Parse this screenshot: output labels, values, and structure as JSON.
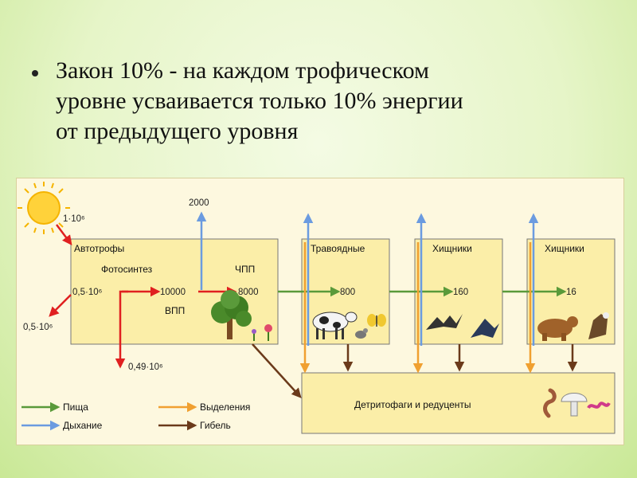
{
  "bullet": {
    "text": "Закон 10% - на каждом трофическом\nуровне усваивается только 10% энергии\nот предыдущего уровня"
  },
  "diagram": {
    "sun_input": "1·10⁶",
    "autotrophs": {
      "title": "Автотрофы",
      "photosynthesis": "Фотосинтез",
      "photo_value": "0,5·10⁶",
      "gpp_value": "10000",
      "gpp_label": "ВПП",
      "npp_label": "ЧПП",
      "npp_value": "8000"
    },
    "reflected": "0,5·10⁶",
    "lost": "0,49·10⁶",
    "respiration_top": "2000",
    "levels": [
      {
        "title": "Травоядные",
        "value": "800"
      },
      {
        "title": "Хищники",
        "value": "160"
      },
      {
        "title": "Хищники",
        "value": "16"
      }
    ],
    "detritus": "Детритофаги и редуценты",
    "legend": {
      "food": "Пища",
      "respiration": "Дыхание",
      "excretion": "Выделения",
      "death": "Гибель"
    },
    "colors": {
      "food": "#5a9a3a",
      "respiration": "#6b9be0",
      "excretion": "#f0a030",
      "death": "#6b3a1a",
      "energy": "#e02020",
      "box": "#fbeea8"
    }
  }
}
